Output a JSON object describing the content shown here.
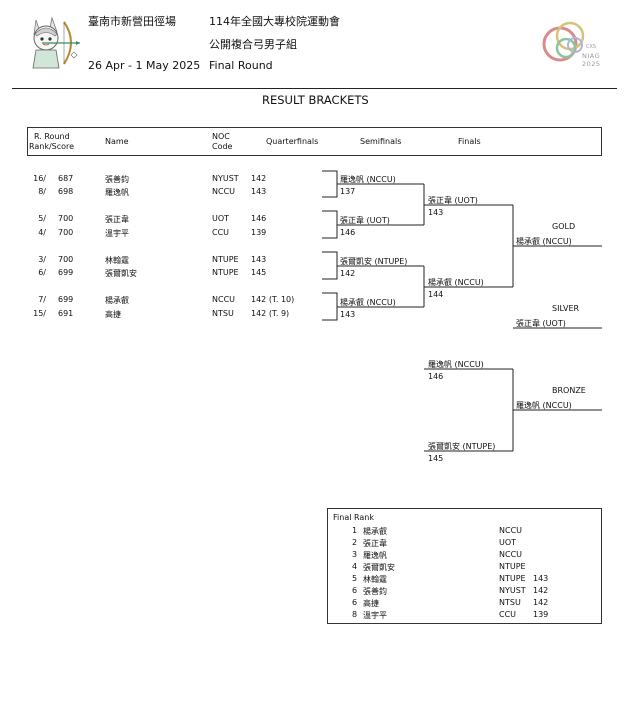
{
  "header": {
    "venue": "臺南市新營田徑場",
    "dates": "26 Apr - 1 May 2025",
    "event_title": "114年全國大專校院運動會",
    "category": "公開複合弓男子組",
    "round": "Final Round",
    "logo_text_1": "CXS",
    "logo_text_2": "NIAG",
    "logo_text_3": "2025"
  },
  "page_title": "RESULT BRACKETS",
  "columns": {
    "rank_line1": "R. Round",
    "rank_line2": "Rank/Score",
    "name": "Name",
    "noc_line1": "NOC",
    "noc_line2": "Code",
    "quarterfinals": "Quarterfinals",
    "semifinals": "Semifinals",
    "finals": "Finals"
  },
  "entrants": [
    {
      "rank": "16/",
      "score": "687",
      "name": "張善鈞",
      "noc": "NYUST",
      "qf": "142"
    },
    {
      "rank": "8/",
      "score": "698",
      "name": "羅逸帆",
      "noc": "NCCU",
      "qf": "143"
    },
    {
      "rank": "5/",
      "score": "700",
      "name": "張正韋",
      "noc": "UOT",
      "qf": "146"
    },
    {
      "rank": "4/",
      "score": "700",
      "name": "溫宇平",
      "noc": "CCU",
      "qf": "139"
    },
    {
      "rank": "3/",
      "score": "700",
      "name": "林翰霆",
      "noc": "NTUPE",
      "qf": "143"
    },
    {
      "rank": "6/",
      "score": "699",
      "name": "張爾凱安",
      "noc": "NTUPE",
      "qf": "145"
    },
    {
      "rank": "7/",
      "score": "699",
      "name": "楊承叡",
      "noc": "NCCU",
      "qf": "142 (T. 10)"
    },
    {
      "rank": "15/",
      "score": "691",
      "name": "高捷",
      "noc": "NTSU",
      "qf": "142 (T. 9)"
    }
  ],
  "semifinals": [
    {
      "name": "羅逸帆  (NCCU)",
      "score": "137"
    },
    {
      "name": "張正韋  (UOT)",
      "score": "146"
    },
    {
      "name": "張爾凱安  (NTUPE)",
      "score": "142"
    },
    {
      "name": "楊承叡  (NCCU)",
      "score": "143"
    }
  ],
  "finals": [
    {
      "name": "張正韋  (UOT)",
      "score": "143"
    },
    {
      "name": "楊承叡  (NCCU)",
      "score": "144"
    }
  ],
  "gold": {
    "label": "GOLD",
    "name": "楊承叡  (NCCU)"
  },
  "silver": {
    "label": "SILVER",
    "name": "張正韋  (UOT)"
  },
  "bronze_match": [
    {
      "name": "羅逸帆  (NCCU)",
      "score": "146"
    },
    {
      "name": "張爾凱安  (NTUPE)",
      "score": "145"
    }
  ],
  "bronze": {
    "label": "BRONZE",
    "name": "羅逸帆  (NCCU)"
  },
  "final_rank": {
    "title": "Final Rank",
    "rows": [
      {
        "pos": "1",
        "name": "楊承叡",
        "noc": "NCCU",
        "score": ""
      },
      {
        "pos": "2",
        "name": "張正韋",
        "noc": "UOT",
        "score": ""
      },
      {
        "pos": "3",
        "name": "羅逸帆",
        "noc": "NCCU",
        "score": ""
      },
      {
        "pos": "4",
        "name": "張爾凱安",
        "noc": "NTUPE",
        "score": ""
      },
      {
        "pos": "5",
        "name": "林翰霆",
        "noc": "NTUPE",
        "score": "143"
      },
      {
        "pos": "6",
        "name": "張善鈞",
        "noc": "NYUST",
        "score": "142"
      },
      {
        "pos": "6",
        "name": "高捷",
        "noc": "NTSU",
        "score": "142"
      },
      {
        "pos": "8",
        "name": "溫宇平",
        "noc": "CCU",
        "score": "139"
      }
    ]
  }
}
